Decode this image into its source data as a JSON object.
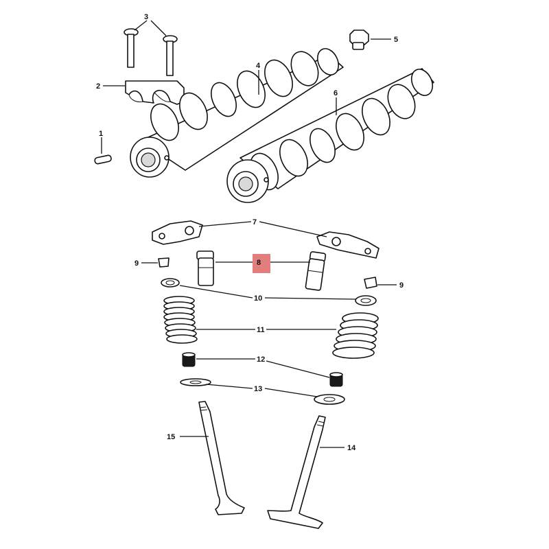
{
  "callouts": {
    "c1": "1",
    "c2": "2",
    "c3": "3",
    "c4": "4",
    "c5": "5",
    "c6": "6",
    "c7": "7",
    "c8": "8",
    "c9a": "9",
    "c9b": "9",
    "c10": "10",
    "c11": "11",
    "c12": "12",
    "c13": "13",
    "c14": "14",
    "c15": "15"
  },
  "colors": {
    "highlight": "#e07070",
    "line": "#111111",
    "background": "#ffffff"
  },
  "highlighted_callout": "8"
}
